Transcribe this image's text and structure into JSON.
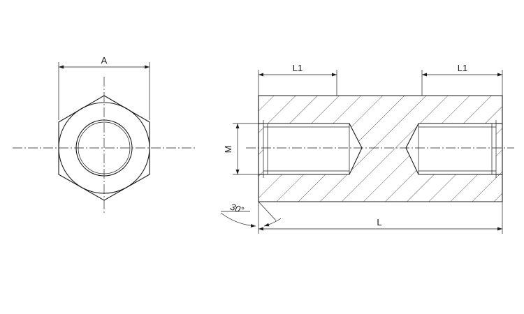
{
  "front_view": {
    "dim_across_flats": "A"
  },
  "side_view": {
    "dim_thread_depth_left": "L1",
    "dim_thread_depth_right": "L1",
    "dim_thread_diameter": "M",
    "dim_overall_length": "L",
    "dim_chamfer_angle": "30°"
  }
}
